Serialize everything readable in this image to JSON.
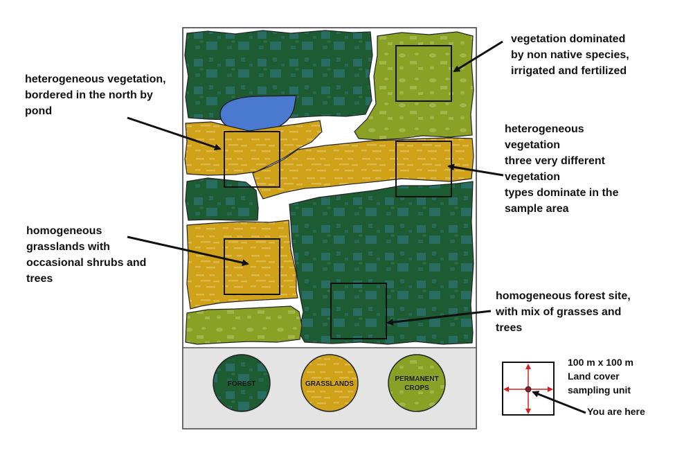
{
  "colors": {
    "forest": "#1d5c33",
    "forest_dark": "#143f23",
    "forest_speckle": "#2c6f6a",
    "grassland": "#cfa21a",
    "grassland_light": "#ddb84a",
    "crops": "#8aa125",
    "crops_light": "#a3b64a",
    "pond": "#4a7ad0",
    "legend_bg": "#e4e4e4",
    "marker": "#d42020"
  },
  "annotations": {
    "top_left": "heterogeneous vegetation,\nbordered in the north by\npond",
    "top_right": "vegetation dominated\nby non native species,\nirrigated and fertilized",
    "mid_right": "heterogeneous\nvegetation\nthree very different\nvegetation\ntypes dominate in the\nsample area",
    "mid_left": "homogeneous\ngrasslands with\noccasional shrubs and\ntrees",
    "bottom_right": "homogeneous forest site,\nwith mix of grasses and\ntrees"
  },
  "legend": {
    "forest": "FOREST",
    "grasslands": "GRASSLANDS",
    "permanent_crops_line1": "PERMANENT",
    "permanent_crops_line2": "CROPS"
  },
  "sampling_unit": {
    "title_line1": "100 m x 100 m",
    "title_line2": "Land cover",
    "title_line3": "sampling unit",
    "you_are_here": "You  are  here"
  }
}
